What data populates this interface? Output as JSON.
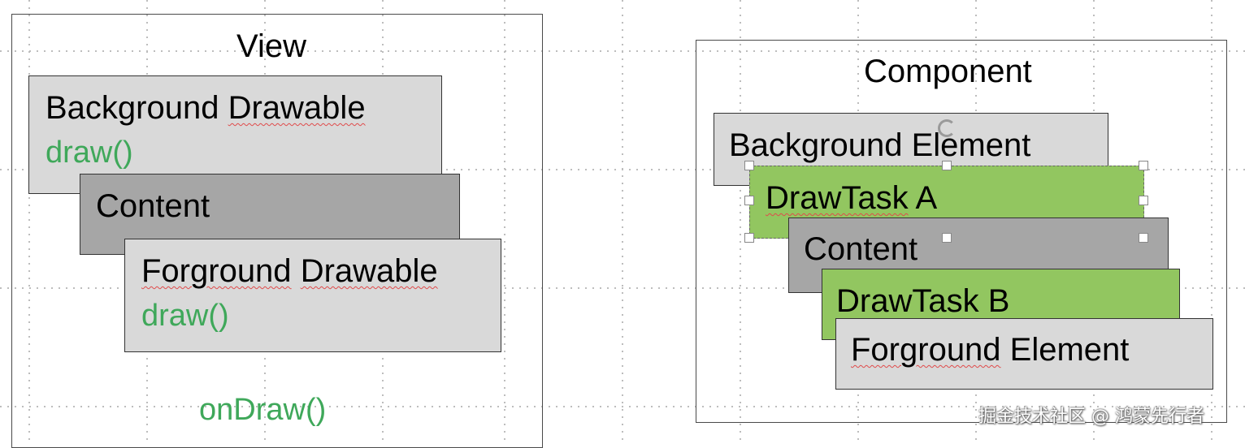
{
  "left_diagram": {
    "title": "View",
    "background_box": {
      "label_plain": "Background ",
      "label_squiggle": "Drawable",
      "method": "draw()"
    },
    "content_box": {
      "label": "Content"
    },
    "foreground_box": {
      "label_squiggle1": "Forground",
      "label_gap": " ",
      "label_squiggle2": "Drawable",
      "method": "draw()"
    },
    "footer_method": "onDraw()"
  },
  "right_diagram": {
    "title": "Component",
    "background_box": {
      "label_plain": "Background ",
      "label_rest": "Element"
    },
    "drawtask_a": {
      "label_squiggle": "DrawTask",
      "label_rest": " A"
    },
    "content_box": {
      "label": "Content"
    },
    "drawtask_b": {
      "label": "DrawTask B"
    },
    "foreground_box": {
      "label_squiggle": "Forground",
      "label_rest": " Element"
    }
  },
  "watermark": "掘金技术社区 @ 鸿蒙先行者",
  "colors": {
    "light_box": "#d9d9d9",
    "dark_box": "#a6a6a6",
    "green_box": "#92c660",
    "method_text": "#3fa85a"
  }
}
